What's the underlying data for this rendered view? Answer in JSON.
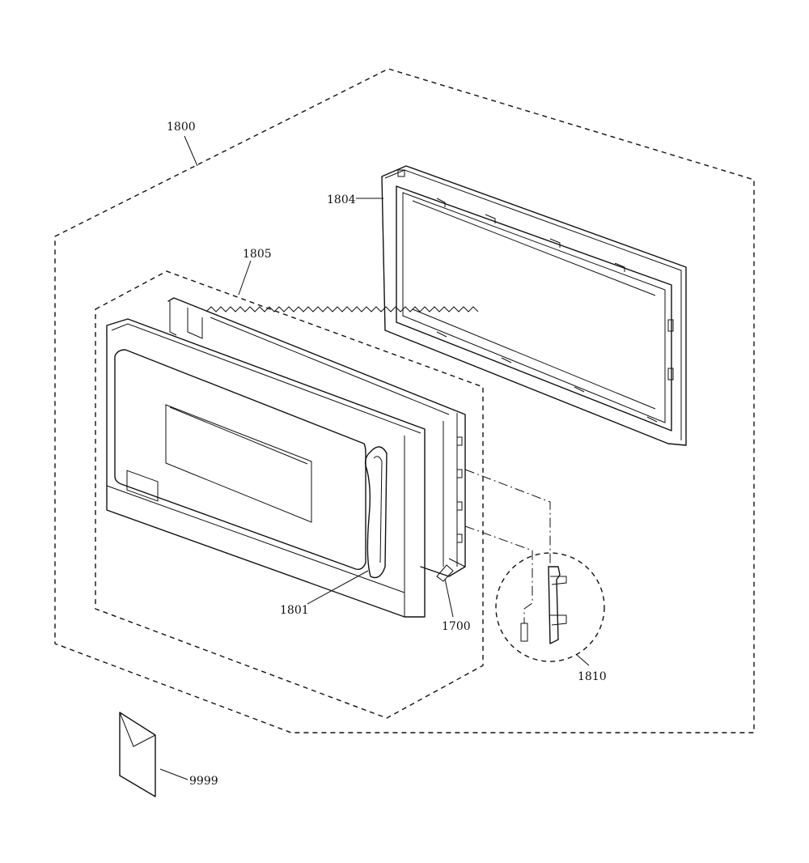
{
  "diagram": {
    "callouts": {
      "p1800": "1800",
      "p1804": "1804",
      "p1805": "1805",
      "p1801": "1801",
      "p1700": "1700",
      "p1810": "1810",
      "p9999": "9999"
    }
  }
}
